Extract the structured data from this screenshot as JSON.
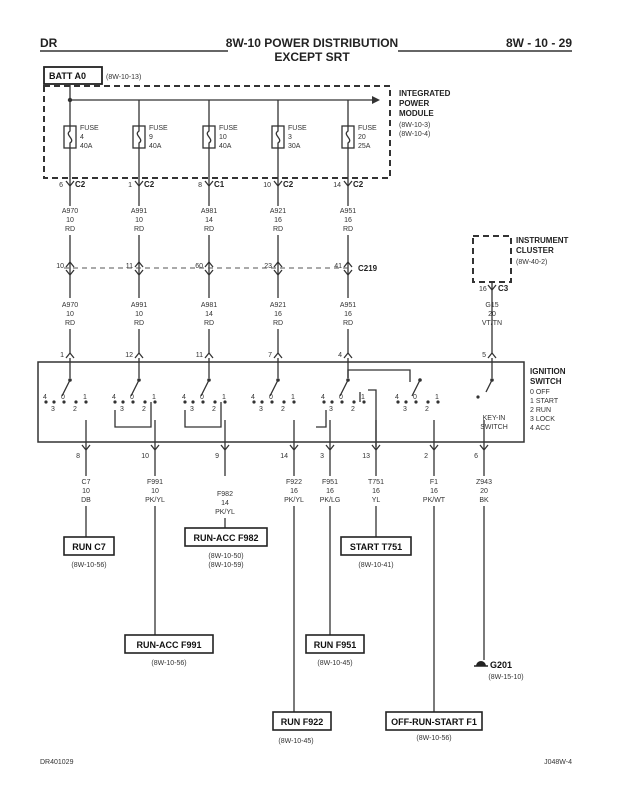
{
  "header": {
    "left": "DR",
    "title_line1": "8W-10 POWER DISTRIBUTION",
    "title_line2": "EXCEPT SRT",
    "right": "8W - 10 - 29"
  },
  "batt": {
    "label": "BATT A0",
    "ref": "(8W-10-13)"
  },
  "ipm": {
    "line1": "INTEGRATED",
    "line2": "POWER",
    "line3": "MODULE",
    "ref1": "(8W-10-3)",
    "ref2": "(8W-10-4)"
  },
  "fuses": [
    {
      "name": "FUSE",
      "num": "4",
      "amp": "40A",
      "pin": "6",
      "conn": "C2"
    },
    {
      "name": "FUSE",
      "num": "9",
      "amp": "40A",
      "pin": "1",
      "conn": "C2"
    },
    {
      "name": "FUSE",
      "num": "10",
      "amp": "40A",
      "pin": "8",
      "conn": "C1"
    },
    {
      "name": "FUSE",
      "num": "3",
      "amp": "30A",
      "pin": "10",
      "conn": "C2"
    },
    {
      "name": "FUSE",
      "num": "20",
      "amp": "25A",
      "pin": "14",
      "conn": "C2"
    }
  ],
  "upper_wires": [
    {
      "circuit": "A970",
      "gauge": "10",
      "color": "RD"
    },
    {
      "circuit": "A991",
      "gauge": "10",
      "color": "RD"
    },
    {
      "circuit": "A981",
      "gauge": "14",
      "color": "RD"
    },
    {
      "circuit": "A921",
      "gauge": "16",
      "color": "RD"
    },
    {
      "circuit": "A951",
      "gauge": "16",
      "color": "RD"
    }
  ],
  "c219": {
    "label": "C219",
    "pins": [
      "10",
      "11",
      "60",
      "23",
      "41"
    ]
  },
  "cluster": {
    "line1": "INSTRUMENT",
    "line2": "CLUSTER",
    "ref": "(8W-40-2)",
    "pin": "16",
    "conn": "C3"
  },
  "cluster_wire": {
    "circuit": "G15",
    "gauge": "20",
    "color": "VT/TN"
  },
  "mid_wires": [
    {
      "circuit": "A970",
      "gauge": "10",
      "color": "RD"
    },
    {
      "circuit": "A991",
      "gauge": "10",
      "color": "RD"
    },
    {
      "circuit": "A981",
      "gauge": "14",
      "color": "RD"
    },
    {
      "circuit": "A921",
      "gauge": "16",
      "color": "RD"
    },
    {
      "circuit": "A951",
      "gauge": "16",
      "color": "RD"
    }
  ],
  "switch": {
    "title1": "IGNITION",
    "title2": "SWITCH",
    "positions": [
      "0 OFF",
      "1 START",
      "2 RUN",
      "3 LOCK",
      "4 ACC"
    ],
    "keyin1": "KEY-IN",
    "keyin2": "SWITCH",
    "top_pins": [
      "1",
      "12",
      "11",
      "7",
      "4",
      "5"
    ],
    "bottom_pins": [
      "8",
      "10",
      "9",
      "14",
      "3",
      "13",
      "2",
      "6"
    ],
    "pos_labels": [
      "4",
      "3",
      "0",
      "2",
      "1"
    ]
  },
  "out_wires": [
    {
      "circuit": "C7",
      "gauge": "10",
      "color": "DB"
    },
    {
      "circuit": "F991",
      "gauge": "10",
      "color": "PK/YL"
    },
    {
      "circuit": "F982",
      "gauge": "14",
      "color": "PK/YL"
    },
    {
      "circuit": "F922",
      "gauge": "16",
      "color": "PK/YL"
    },
    {
      "circuit": "F951",
      "gauge": "16",
      "color": "PK/LG"
    },
    {
      "circuit": "T751",
      "gauge": "16",
      "color": "YL"
    },
    {
      "circuit": "F1",
      "gauge": "16",
      "color": "PK/WT"
    },
    {
      "circuit": "Z943",
      "gauge": "20",
      "color": "BK"
    }
  ],
  "destinations": [
    {
      "label": "RUN C7",
      "ref": "(8W-10-56)"
    },
    {
      "label": "RUN-ACC F982",
      "ref": "(8W-10-50)",
      "ref2": "(8W-10-59)"
    },
    {
      "label": "START T751",
      "ref": "(8W-10-41)"
    },
    {
      "label": "RUN-ACC F991",
      "ref": "(8W-10-56)"
    },
    {
      "label": "RUN F951",
      "ref": "(8W-10-45)"
    },
    {
      "label": "G201",
      "ref": "(8W-15-10)"
    },
    {
      "label": "RUN F922",
      "ref": "(8W-10-45)"
    },
    {
      "label": "OFF-RUN-START F1",
      "ref": "(8W-10-56)"
    }
  ],
  "footer": {
    "left": "DR401029",
    "right": "J048W-4"
  }
}
